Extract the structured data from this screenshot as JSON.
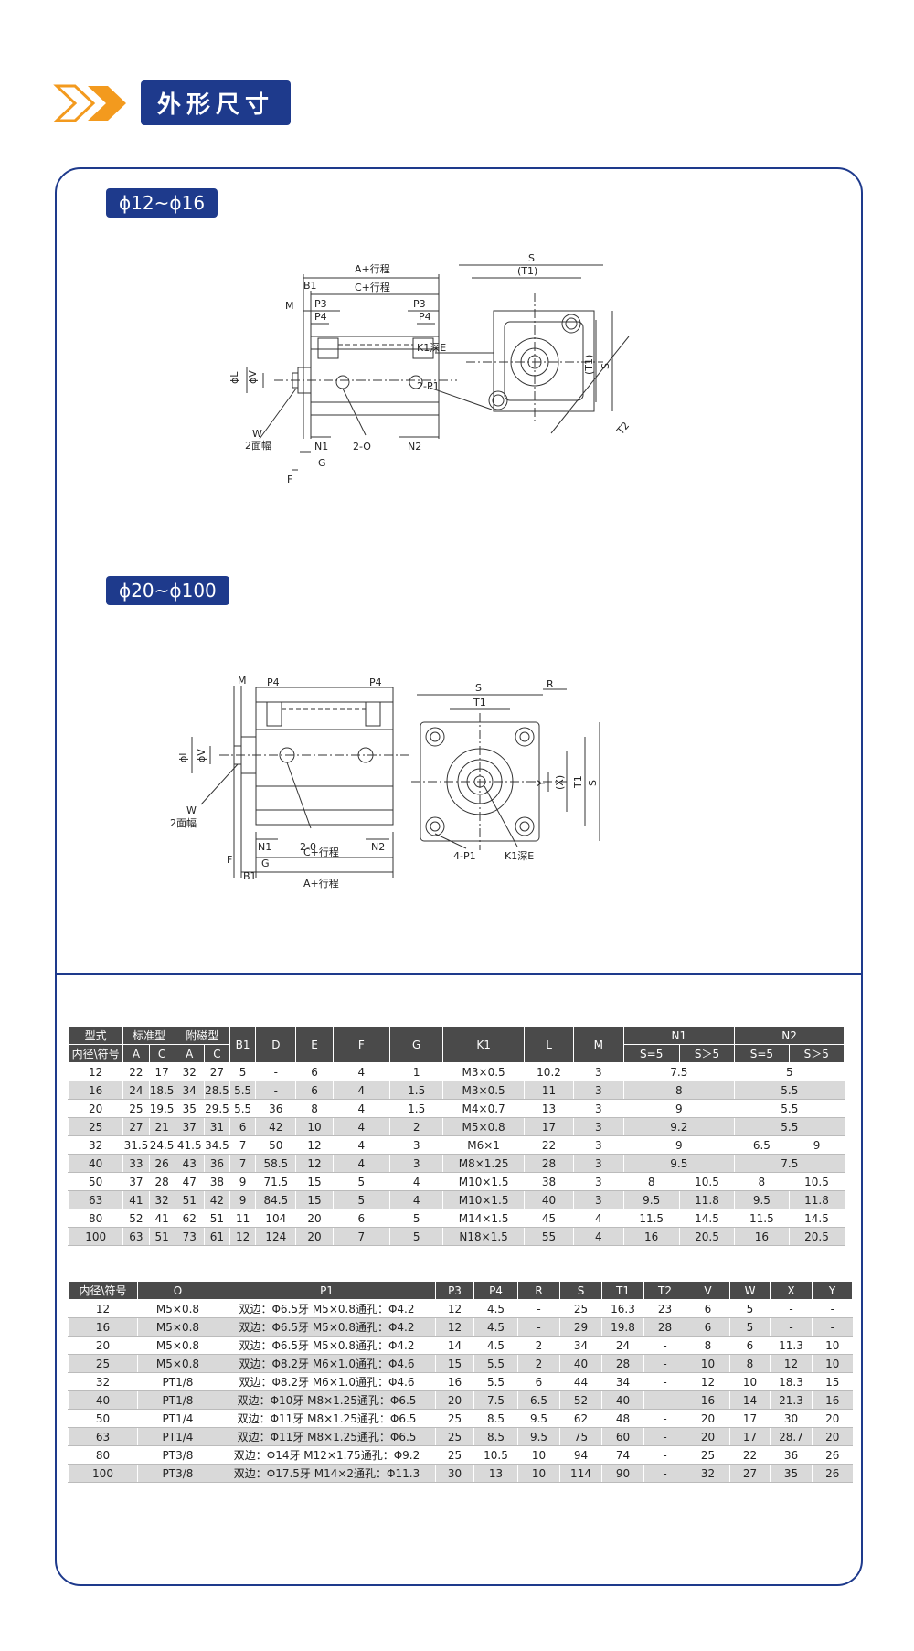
{
  "header": {
    "title": "外形尺寸"
  },
  "sections": {
    "small_label": "ϕ12~ϕ16",
    "large_label": "ϕ20~ϕ100"
  },
  "colors": {
    "accent": "#1e3a8c",
    "orange": "#f39a1e",
    "table_header": "#4a4a4a",
    "table_stripe": "#d9d9d9"
  },
  "drawing_small": {
    "a_stroke": "A+行程",
    "c_stroke": "C+行程",
    "b1": "B1",
    "m": "M",
    "p3_left": "P3",
    "p3_right": "P3",
    "p4_left": "P4",
    "p4_right": "P4",
    "phi_l": "ϕL",
    "phi_v": "ϕV",
    "w": "W",
    "w_note": "2面幅",
    "n1": "N1",
    "o": "2-O",
    "n2": "N2",
    "g": "G",
    "f": "F",
    "s": "S",
    "t1p": "(T1)",
    "t1p_side": "(T1)",
    "s_side": "S",
    "k1": "K1深E",
    "p1": "2-P1",
    "t2": "T2"
  },
  "drawing_large": {
    "m": "M",
    "p4_left": "P4",
    "p4_right": "P4",
    "phi_l": "ϕL",
    "phi_v": "ϕV",
    "w": "W",
    "w_note": "2面幅",
    "n1": "N1",
    "o": "2-0",
    "n2": "N2",
    "f": "F",
    "g": "G",
    "b1": "B1",
    "c_stroke": "C+行程",
    "a_stroke": "A+行程",
    "s": "S",
    "r": "R",
    "t1": "T1",
    "y": "Y",
    "x": "(X)",
    "t1_side": "T1",
    "s_side": "S",
    "p1": "4-P1",
    "k1": "K1深E"
  },
  "table1": {
    "header_row1": [
      "型式",
      "标准型",
      "附磁型",
      "B1",
      "D",
      "E",
      "F",
      "G",
      "K1",
      "L",
      "M",
      "N1",
      "N2"
    ],
    "header_row2": [
      "内径\\符号",
      "A",
      "C",
      "A",
      "C",
      "S=5",
      "S＞5",
      "S=5",
      "S＞5"
    ],
    "rows": [
      [
        "12",
        "22",
        "17",
        "32",
        "27",
        "5",
        "-",
        "6",
        "4",
        "1",
        "M3×0.5",
        "10.2",
        "3",
        "7.5",
        "",
        "5",
        ""
      ],
      [
        "16",
        "24",
        "18.5",
        "34",
        "28.5",
        "5.5",
        "-",
        "6",
        "4",
        "1.5",
        "M3×0.5",
        "11",
        "3",
        "8",
        "",
        "5.5",
        ""
      ],
      [
        "20",
        "25",
        "19.5",
        "35",
        "29.5",
        "5.5",
        "36",
        "8",
        "4",
        "1.5",
        "M4×0.7",
        "13",
        "3",
        "9",
        "",
        "5.5",
        ""
      ],
      [
        "25",
        "27",
        "21",
        "37",
        "31",
        "6",
        "42",
        "10",
        "4",
        "2",
        "M5×0.8",
        "17",
        "3",
        "9.2",
        "",
        "5.5",
        ""
      ],
      [
        "32",
        "31.5",
        "24.5",
        "41.5",
        "34.5",
        "7",
        "50",
        "12",
        "4",
        "3",
        "M6×1",
        "22",
        "3",
        "9",
        "",
        "6.5",
        "9"
      ],
      [
        "40",
        "33",
        "26",
        "43",
        "36",
        "7",
        "58.5",
        "12",
        "4",
        "3",
        "M8×1.25",
        "28",
        "3",
        "9.5",
        "",
        "7.5",
        ""
      ],
      [
        "50",
        "37",
        "28",
        "47",
        "38",
        "9",
        "71.5",
        "15",
        "5",
        "4",
        "M10×1.5",
        "38",
        "3",
        "8",
        "10.5",
        "8",
        "10.5"
      ],
      [
        "63",
        "41",
        "32",
        "51",
        "42",
        "9",
        "84.5",
        "15",
        "5",
        "4",
        "M10×1.5",
        "40",
        "3",
        "9.5",
        "11.8",
        "9.5",
        "11.8"
      ],
      [
        "80",
        "52",
        "41",
        "62",
        "51",
        "11",
        "104",
        "20",
        "6",
        "5",
        "M14×1.5",
        "45",
        "4",
        "11.5",
        "14.5",
        "11.5",
        "14.5"
      ],
      [
        "100",
        "63",
        "51",
        "73",
        "61",
        "12",
        "124",
        "20",
        "7",
        "5",
        "N18×1.5",
        "55",
        "4",
        "16",
        "20.5",
        "16",
        "20.5"
      ]
    ]
  },
  "table2": {
    "headers": [
      "内径\\符号",
      "O",
      "P1",
      "P3",
      "P4",
      "R",
      "S",
      "T1",
      "T2",
      "V",
      "W",
      "X",
      "Y"
    ],
    "rows": [
      [
        "12",
        "M5×0.8",
        "双边：Φ6.5牙 M5×0.8通孔：Φ4.2",
        "12",
        "4.5",
        "-",
        "25",
        "16.3",
        "23",
        "6",
        "5",
        "-",
        "-"
      ],
      [
        "16",
        "M5×0.8",
        "双边：Φ6.5牙 M5×0.8通孔：Φ4.2",
        "12",
        "4.5",
        "-",
        "29",
        "19.8",
        "28",
        "6",
        "5",
        "-",
        "-"
      ],
      [
        "20",
        "M5×0.8",
        "双边：Φ6.5牙 M5×0.8通孔：Φ4.2",
        "14",
        "4.5",
        "2",
        "34",
        "24",
        "-",
        "8",
        "6",
        "11.3",
        "10"
      ],
      [
        "25",
        "M5×0.8",
        "双边：Φ8.2牙 M6×1.0通孔：Φ4.6",
        "15",
        "5.5",
        "2",
        "40",
        "28",
        "-",
        "10",
        "8",
        "12",
        "10"
      ],
      [
        "32",
        "PT1/8",
        "双边：Φ8.2牙 M6×1.0通孔：Φ4.6",
        "16",
        "5.5",
        "6",
        "44",
        "34",
        "-",
        "12",
        "10",
        "18.3",
        "15"
      ],
      [
        "40",
        "PT1/8",
        "双边：Φ10牙 M8×1.25通孔：Φ6.5",
        "20",
        "7.5",
        "6.5",
        "52",
        "40",
        "-",
        "16",
        "14",
        "21.3",
        "16"
      ],
      [
        "50",
        "PT1/4",
        "双边：Φ11牙 M8×1.25通孔：Φ6.5",
        "25",
        "8.5",
        "9.5",
        "62",
        "48",
        "-",
        "20",
        "17",
        "30",
        "20"
      ],
      [
        "63",
        "PT1/4",
        "双边：Φ11牙 M8×1.25通孔：Φ6.5",
        "25",
        "8.5",
        "9.5",
        "75",
        "60",
        "-",
        "20",
        "17",
        "28.7",
        "20"
      ],
      [
        "80",
        "PT3/8",
        "双边：Φ14牙 M12×1.75通孔：Φ9.2",
        "25",
        "10.5",
        "10",
        "94",
        "74",
        "-",
        "25",
        "22",
        "36",
        "26"
      ],
      [
        "100",
        "PT3/8",
        "双边：Φ17.5牙 M14×2通孔：Φ11.3",
        "30",
        "13",
        "10",
        "114",
        "90",
        "-",
        "32",
        "27",
        "35",
        "26"
      ]
    ]
  }
}
